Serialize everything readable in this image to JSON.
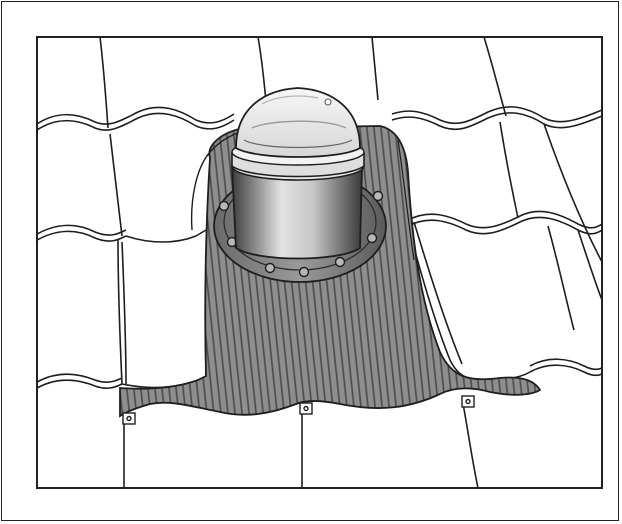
{
  "figure": {
    "subject": "",
    "colors": {
      "line": "#1e1e1e",
      "tile": "#ffffff",
      "flashing": "#8c8c8c",
      "flashing_stripe": "#5a5a5a",
      "tube_light": "#dcdcdc",
      "tube_dark": "#4a4a4a",
      "dome": "#eeeeee"
    },
    "icons": [
      "roof-tile",
      "skylight-dome",
      "flashing",
      "mounting-tab",
      "bolt"
    ]
  }
}
